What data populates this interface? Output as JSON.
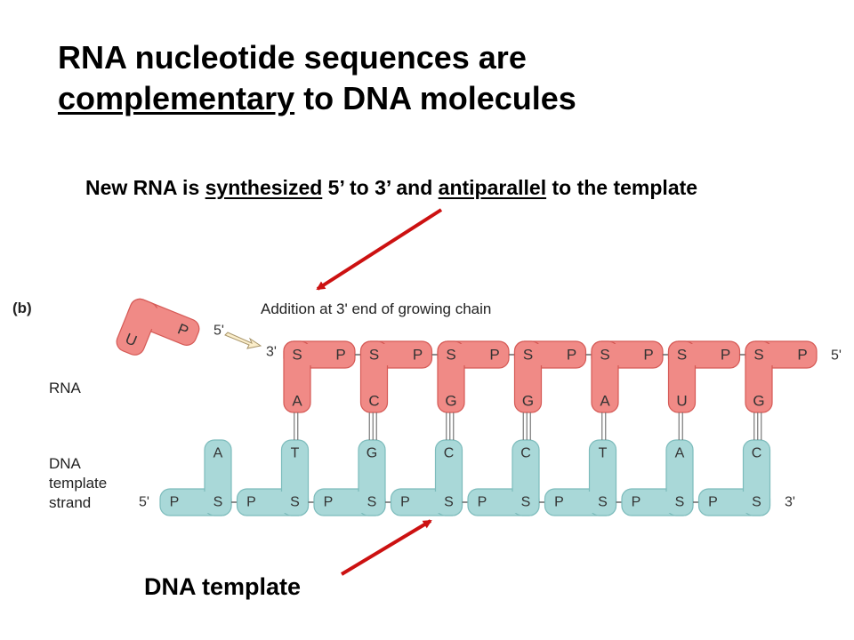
{
  "title": {
    "line1": "RNA nucleotide sequences are",
    "line2_underlined": "complementary",
    "line2_rest": " to DNA molecules"
  },
  "subtitle": {
    "part1": "New RNA is ",
    "underline1": "synthesized",
    "part2": " 5’ to 3’ and ",
    "underline2": "antiparallel",
    "part3": " to the template"
  },
  "bottom_label": "DNA template",
  "diagram": {
    "panel_label": "(b)",
    "addition_label": "Addition at 3' end of growing chain",
    "rna_label": "RNA",
    "dna_label_lines": [
      "DNA",
      "template",
      "strand"
    ],
    "incoming_nucleotide": {
      "phosphate": "P",
      "base": "U"
    },
    "ends": {
      "incoming_5prime": "5'",
      "rna_3prime": "3'",
      "rna_5prime": "5'",
      "dna_5prime": "5'",
      "dna_3prime": "3'"
    },
    "sugar": "S",
    "phosphate": "P",
    "rna_bases": [
      "A",
      "C",
      "G",
      "G",
      "A",
      "U",
      "G"
    ],
    "dna_bases": [
      "A",
      "T",
      "G",
      "C",
      "C",
      "T",
      "A",
      "C"
    ],
    "colors": {
      "rna_fill": "#f08a86",
      "rna_stroke": "#d55a56",
      "dna_fill": "#a9d8d8",
      "dna_stroke": "#7dbcbc",
      "arrow": "#cc1111"
    }
  }
}
